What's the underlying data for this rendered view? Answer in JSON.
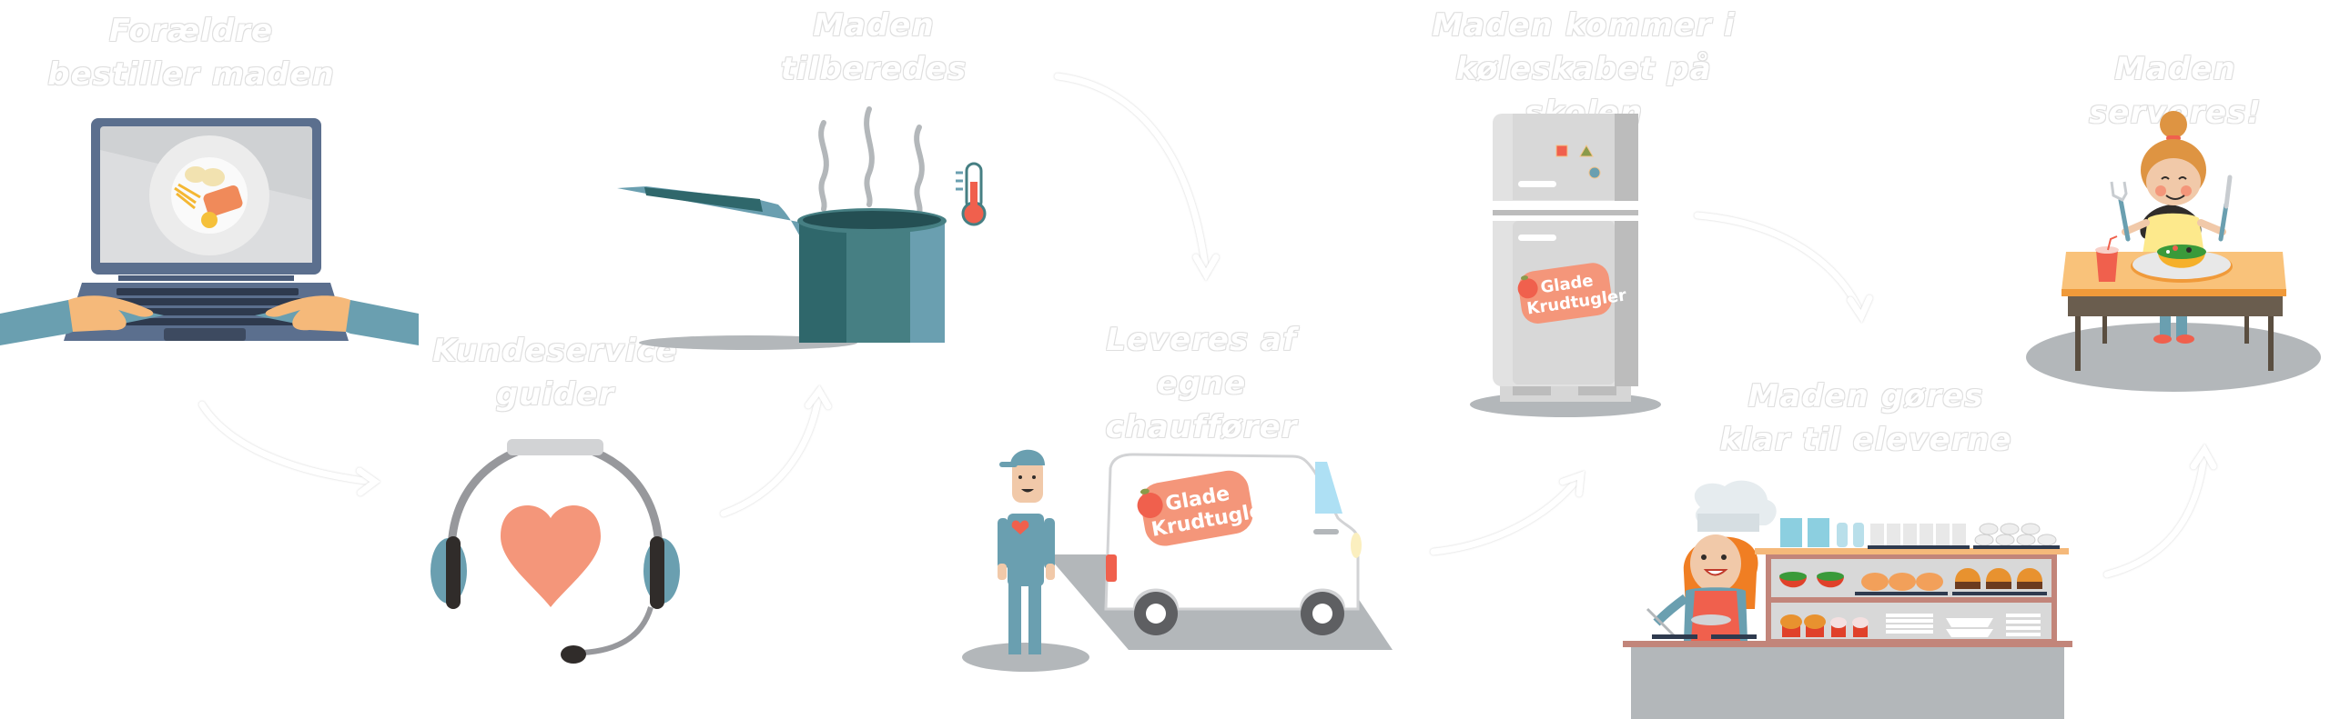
{
  "brand": {
    "line1": "Glade",
    "line2": "Krudtugler",
    "colors": {
      "primary": "#f08a73",
      "apple": "#f0604d",
      "leaf": "#8a9a4a"
    }
  },
  "steps": [
    {
      "id": 1,
      "line1": "Forældre",
      "line2": "bestiller maden",
      "illustration": "laptop-ordering-icon"
    },
    {
      "id": 2,
      "line1": "Kundeservice",
      "line2": "guider",
      "illustration": "headset-heart-icon"
    },
    {
      "id": 3,
      "line1": "Maden",
      "line2": "tilberedes",
      "illustration": "cooking-pot-icon"
    },
    {
      "id": 4,
      "line1": "Leveres af",
      "line2": "egne chauffører",
      "illustration": "delivery-van-icon"
    },
    {
      "id": 5,
      "line1": "Maden kommer i",
      "line2": "køleskabet på skolen",
      "illustration": "fridge-icon"
    },
    {
      "id": 6,
      "line1": "Maden gøres",
      "line2": "klar til eleverne",
      "illustration": "canteen-counter-icon"
    },
    {
      "id": 7,
      "line1": "Maden serveres!",
      "line2": "",
      "illustration": "child-eating-icon"
    }
  ],
  "colors": {
    "teal_dark": "#2f676b",
    "teal_mid": "#467f83",
    "teal_light": "#6a9fb0",
    "shadow_gray": "#b3b7ba",
    "heart": "#f4967a",
    "thermometer_red": "#f0604d"
  }
}
